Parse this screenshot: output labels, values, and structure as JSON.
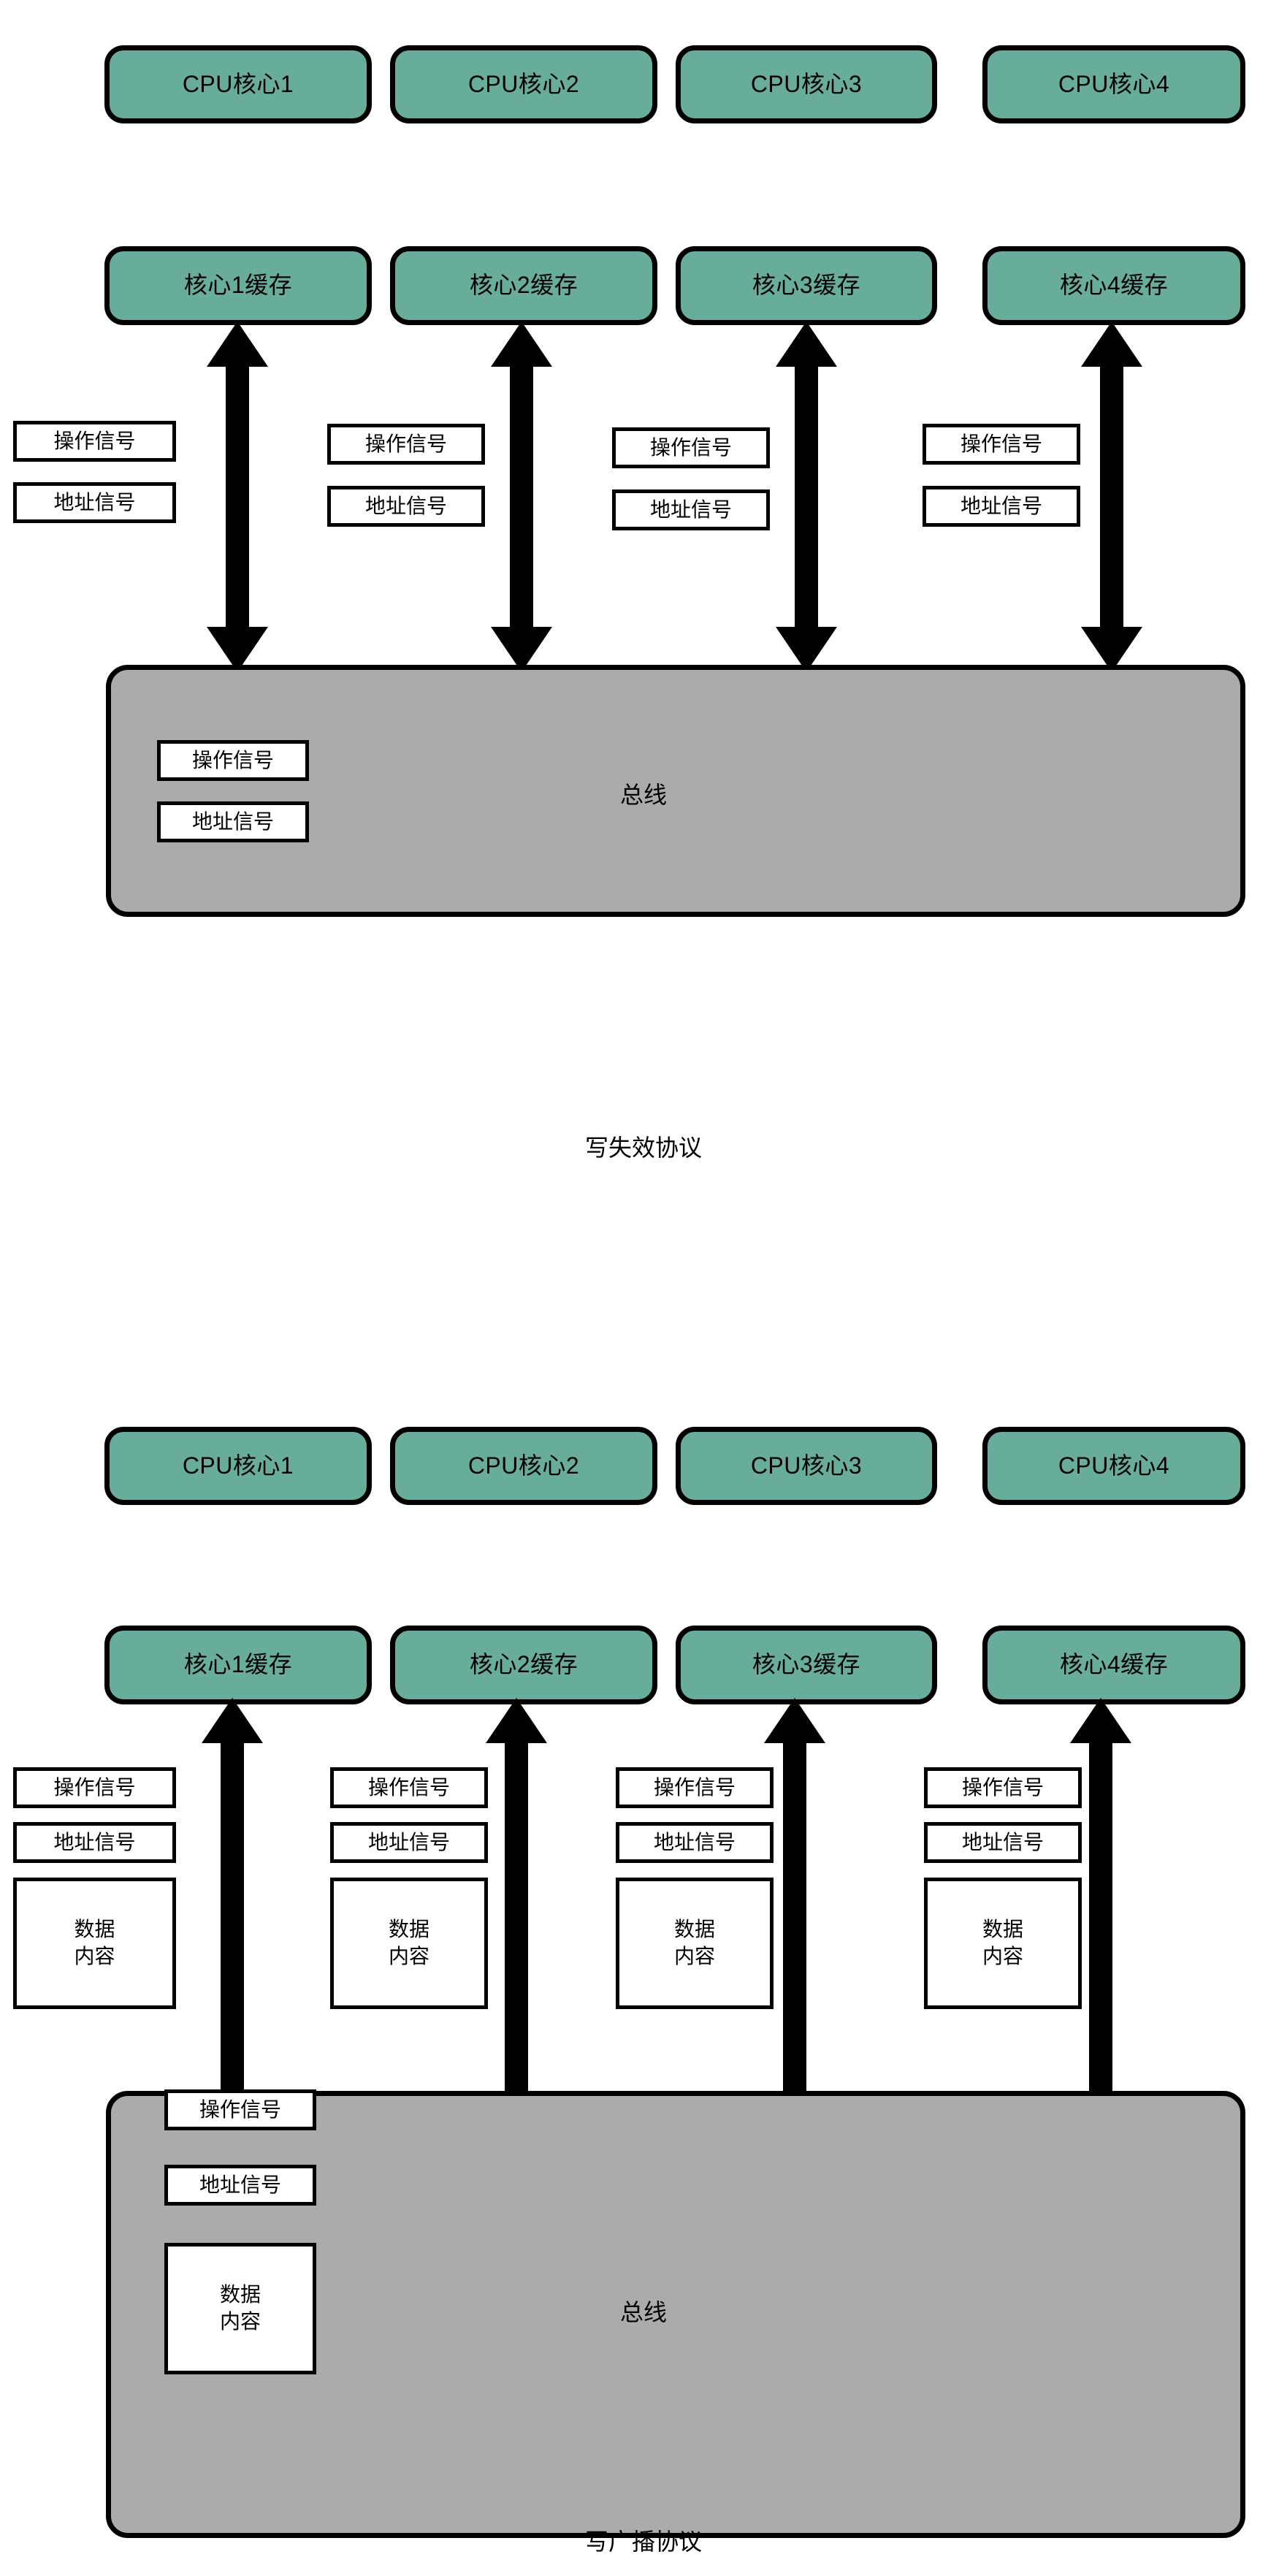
{
  "diagrams": [
    {
      "id": "write-invalidate",
      "caption": "写失效协议",
      "bus_label": "总线",
      "cores": [
        {
          "cpu": "CPU核心1",
          "cache": "核心1缓存"
        },
        {
          "cpu": "CPU核心2",
          "cache": "核心2缓存"
        },
        {
          "cpu": "CPU核心3",
          "cache": "核心3缓存"
        },
        {
          "cpu": "CPU核心4",
          "cache": "核心4缓存"
        }
      ],
      "link_signals": [
        "操作信号",
        "地址信号"
      ],
      "bus_signals": [
        "操作信号",
        "地址信号"
      ]
    },
    {
      "id": "write-broadcast",
      "caption": "写广播协议",
      "bus_label": "总线",
      "cores": [
        {
          "cpu": "CPU核心1",
          "cache": "核心1缓存"
        },
        {
          "cpu": "CPU核心2",
          "cache": "核心2缓存"
        },
        {
          "cpu": "CPU核心3",
          "cache": "核心3缓存"
        },
        {
          "cpu": "CPU核心4",
          "cache": "核心4缓存"
        }
      ],
      "link_signals": [
        "操作信号",
        "地址信号",
        "数据\n内容"
      ],
      "bus_signals": [
        "操作信号",
        "地址信号",
        "数据\n内容"
      ]
    }
  ],
  "colors": {
    "core_fill": "#68AC9B",
    "bus_fill": "#ABABAB",
    "stroke": "#000000",
    "signal_fill": "#FFFFFF",
    "background": "#FFFFFF"
  }
}
